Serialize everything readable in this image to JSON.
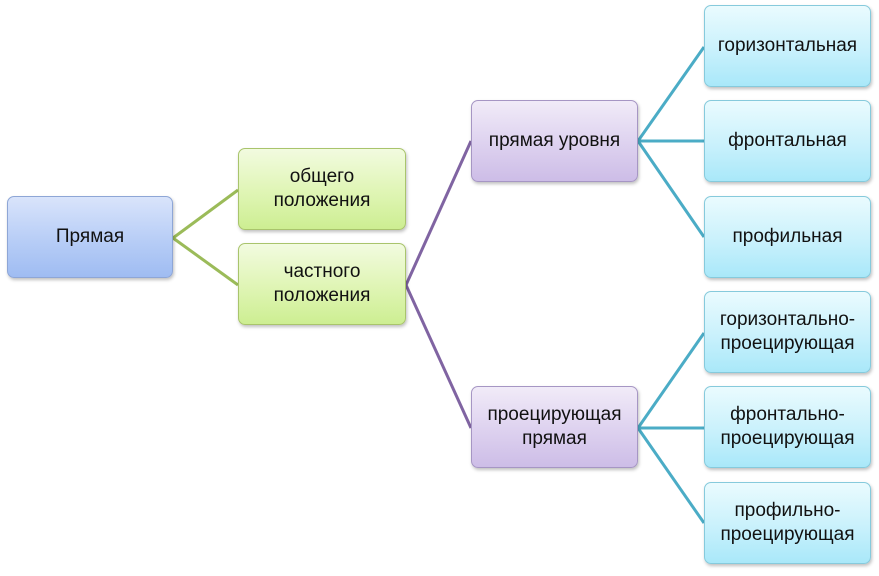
{
  "diagram": {
    "root": "Прямая",
    "general": "общего\nположения",
    "particular": "частного\nположения",
    "level_line": "прямая уровня",
    "projecting_line": "проецирующая\nпрямая",
    "horizontal": "горизонтальная",
    "frontal": "фронтальная",
    "profile": "профильная",
    "horizontal_projecting": "горизонтально-\nпроецирующая",
    "frontal_projecting": "фронтально-\nпроецирующая",
    "profile_projecting": "профильно-\nпроецирующая"
  },
  "colors": {
    "green_connector": "#9bbb59",
    "purple_connector": "#8064a2",
    "cyan_connector": "#4bacc6"
  }
}
